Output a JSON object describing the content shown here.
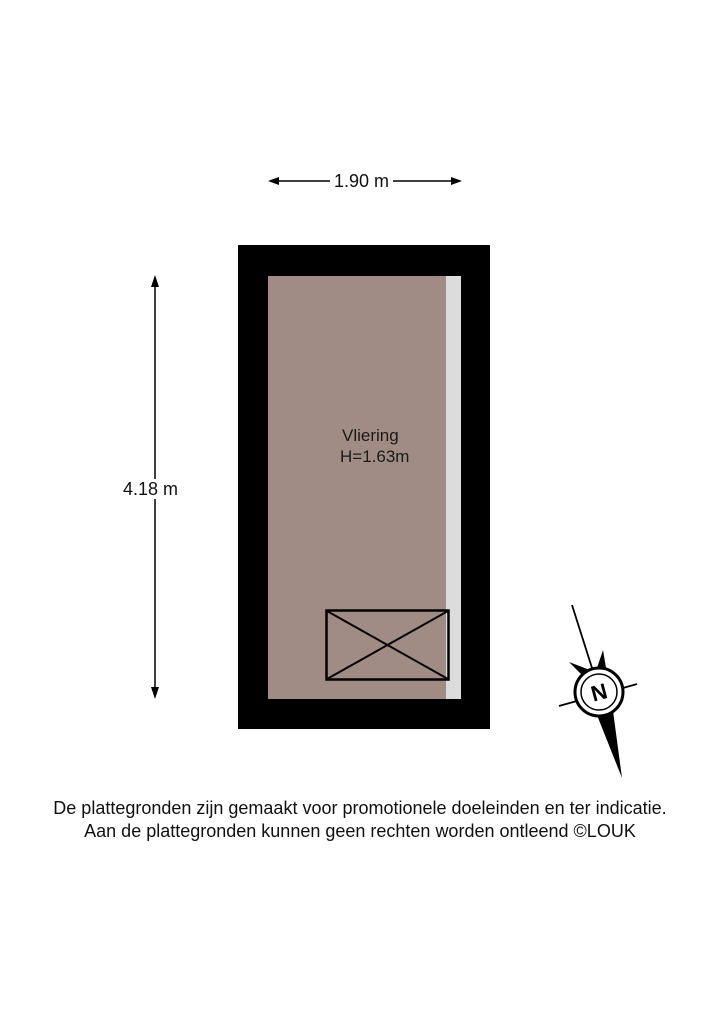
{
  "dimensions": {
    "width": {
      "label": "1.90 m"
    },
    "height": {
      "label": "4.18 m"
    }
  },
  "room": {
    "name": "Vliering",
    "height_label": "H=1.63m",
    "floor_color": "#a08c85",
    "wall_color": "#000000",
    "strip_color": "#dcdcdc"
  },
  "compass": {
    "letter": "N"
  },
  "disclaimer": {
    "line1": "De plattegronden zijn gemaakt voor promotionele doeleinden en ter indicatie.",
    "line2": "Aan de plattegronden kunnen geen rechten worden ontleend ©LOUK"
  }
}
